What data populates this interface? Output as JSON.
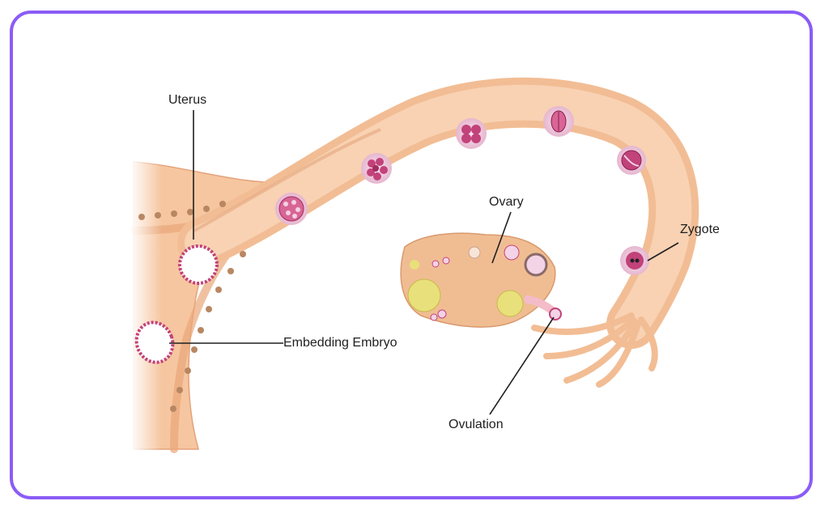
{
  "labels": {
    "uterus": "Uterus",
    "ovary": "Ovary",
    "zygote": "Zygote",
    "embedding_embryo": "Embedding Embryo",
    "ovulation": "Ovulation"
  },
  "colors": {
    "frame_border": "#8b5cf6",
    "tissue": "#f6c6a0",
    "tissue_dark": "#e9a677",
    "tube": "#f7c9a2",
    "cell_pink": "#c2427a",
    "cell_light": "#f3d3e6",
    "follicle_yellow": "#e8e07a",
    "villi": "#b88762",
    "leader_line": "#1f1f1f"
  }
}
